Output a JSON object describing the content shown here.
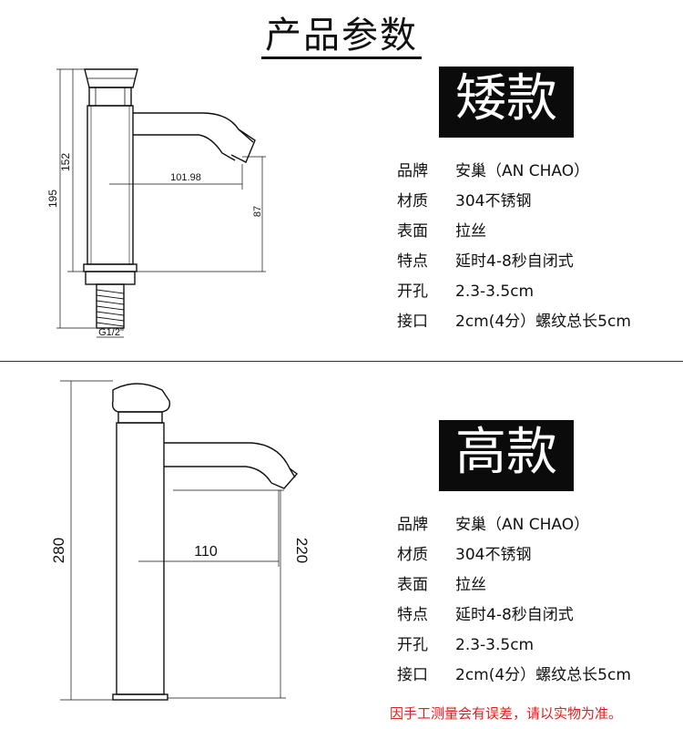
{
  "page_title": "产品参数",
  "short_model": {
    "badge": "矮款",
    "dims": {
      "height_total": "195",
      "height_body": "152",
      "reach": "101.98",
      "spout_height": "87",
      "thread": "G1/2\""
    },
    "specs": [
      {
        "label": "品牌",
        "value": "安巢（AN CHAO）"
      },
      {
        "label": "材质",
        "value": "304不锈钢"
      },
      {
        "label": "表面",
        "value": "拉丝"
      },
      {
        "label": "特点",
        "value": "延时4-8秒自闭式"
      },
      {
        "label": "开孔",
        "value": "2.3-3.5cm"
      },
      {
        "label": "接口",
        "value": "2cm(4分）螺纹总长5cm"
      }
    ]
  },
  "tall_model": {
    "badge": "高款",
    "dims": {
      "height_total": "280",
      "reach": "110",
      "spout_height": "220"
    },
    "specs": [
      {
        "label": "品牌",
        "value": "安巢（AN CHAO）"
      },
      {
        "label": "材质",
        "value": "304不锈钢"
      },
      {
        "label": "表面",
        "value": "拉丝"
      },
      {
        "label": "特点",
        "value": "延时4-8秒自闭式"
      },
      {
        "label": "开孔",
        "value": "2.3-3.5cm"
      },
      {
        "label": "接口",
        "value": "2cm(4分）螺纹总长5cm"
      }
    ]
  },
  "footer_note": "因手工测量会有误差，请以实物为准。"
}
